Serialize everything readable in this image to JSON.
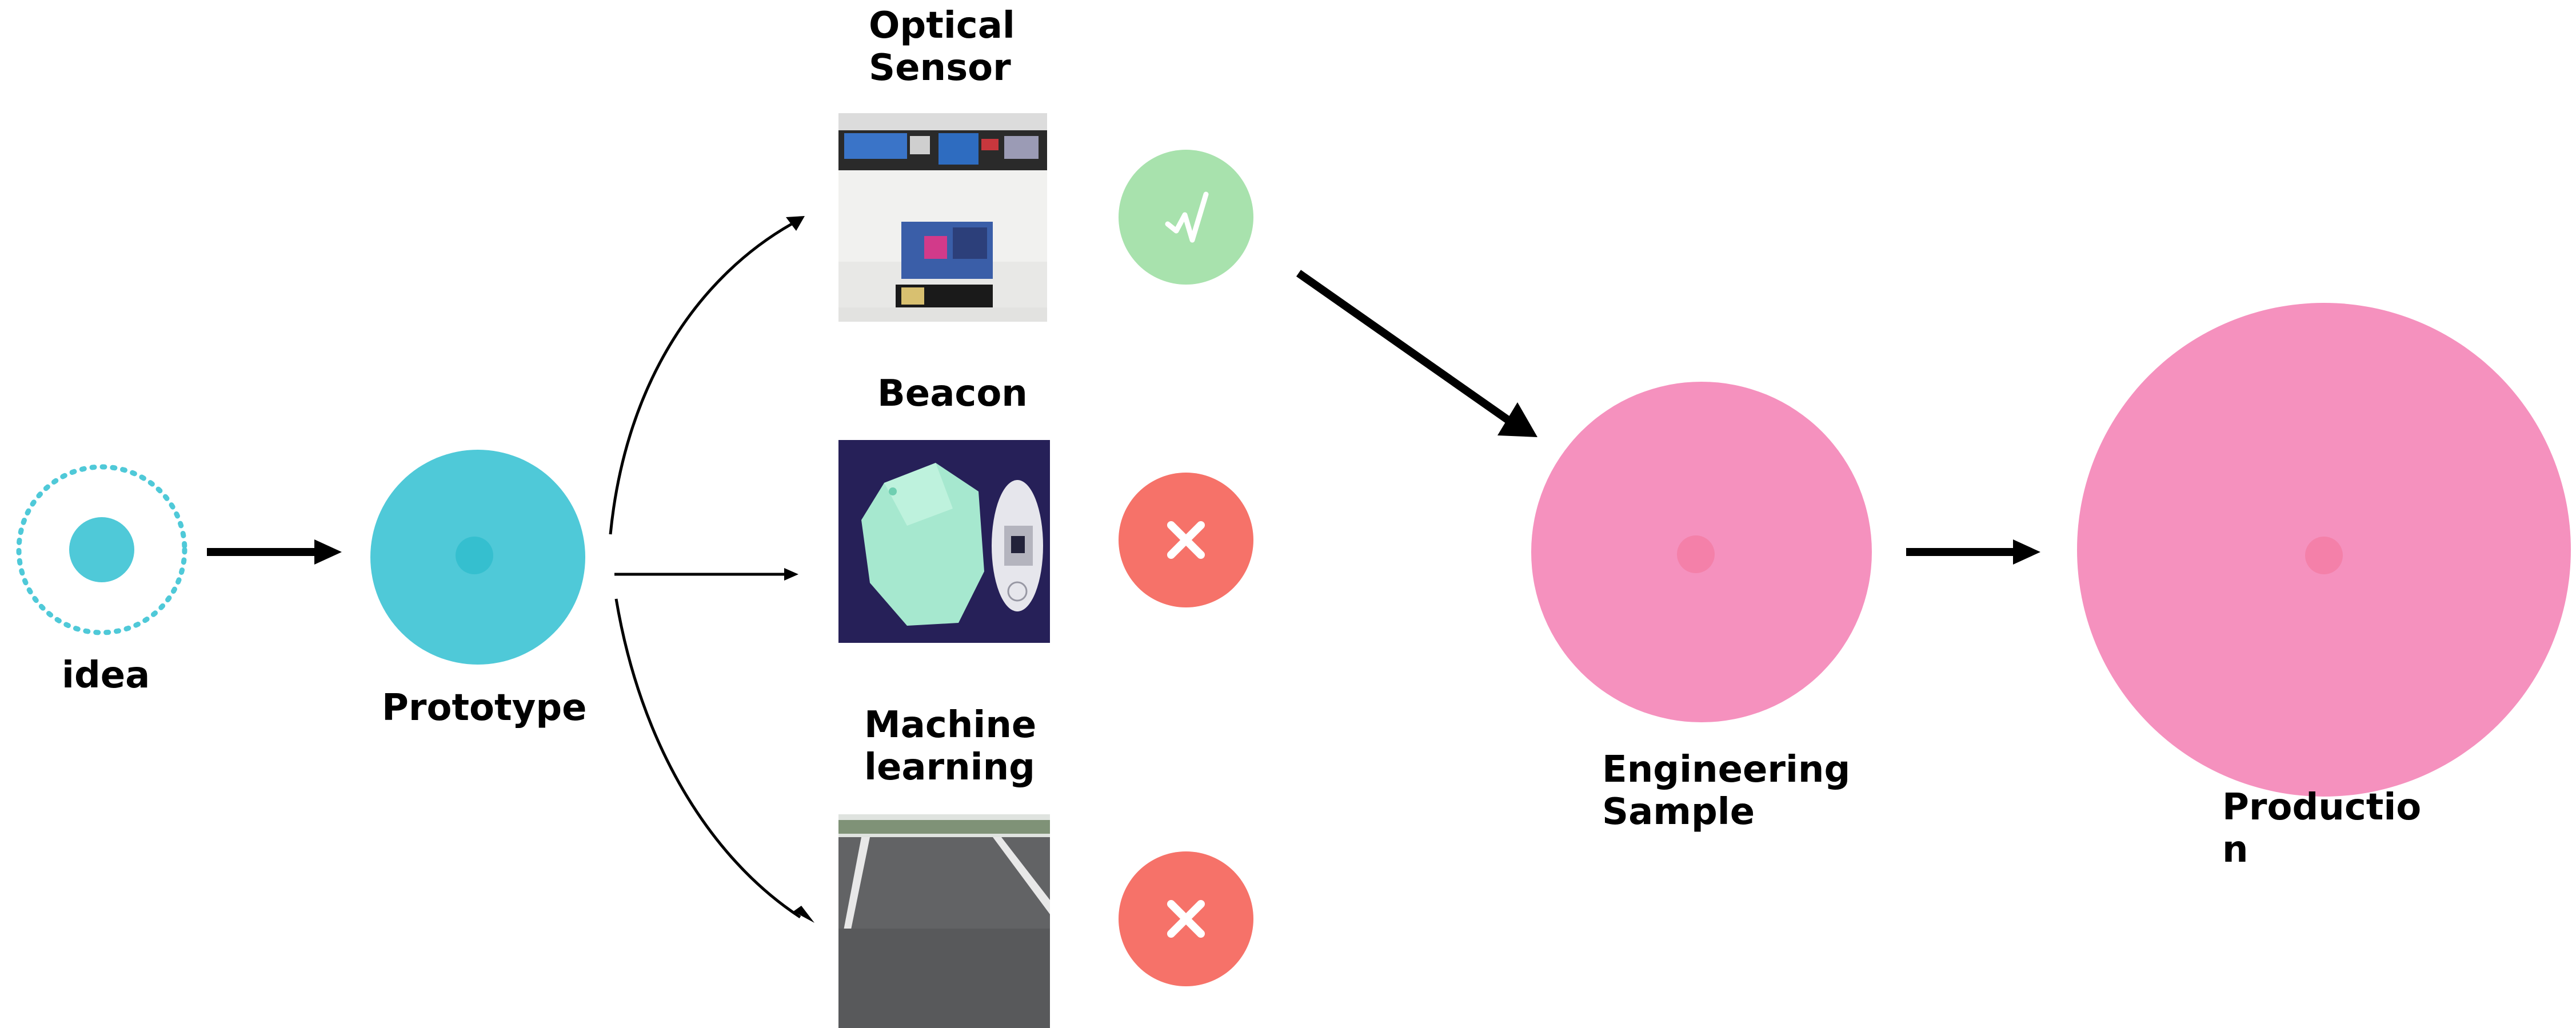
{
  "nodes": {
    "idea": {
      "label": "idea"
    },
    "prototype": {
      "label": "Prototype"
    },
    "optical_sensor": {
      "label_line1": "Optical",
      "label_line2": "Sensor",
      "status": "success"
    },
    "beacon": {
      "label": "Beacon",
      "status": "fail"
    },
    "machine_learning": {
      "label_line1": "Machine",
      "label_line2": "learning",
      "status": "fail"
    },
    "engineering_sample": {
      "label_line1": "Engineering",
      "label_line2": "Sample"
    },
    "production": {
      "label_line1": "Productio",
      "label_line2": "n"
    }
  },
  "colors": {
    "teal": "#4fc9d8",
    "teal_dark": "#35bfcf",
    "pink": "#f591be",
    "pink_dark": "#f480a9",
    "success_green": "#a8e2ad",
    "fail_red": "#f67269",
    "arrow": "#000000"
  },
  "icons": {
    "success": "check-icon",
    "fail": "cross-icon"
  }
}
